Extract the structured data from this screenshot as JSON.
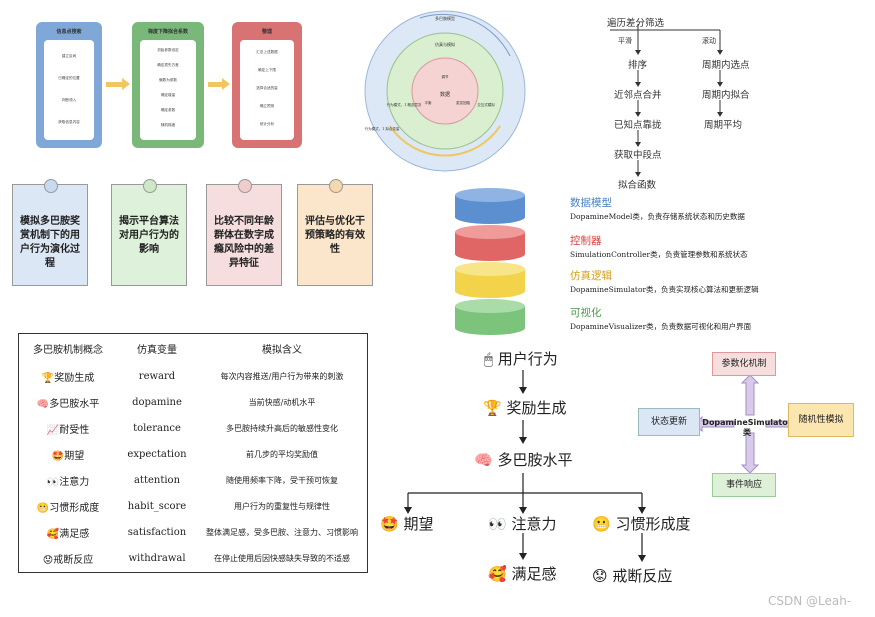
{
  "top_flow": {
    "panels": [
      {
        "title": "信息点搜索",
        "color": "#7fa7d8",
        "steps": [
          "建立区间",
          "已确定的位置",
          "判断领入",
          "获取信息内容"
        ]
      },
      {
        "title": "梯度下降拟合系数",
        "color": "#7ab87a",
        "steps": [
          "初始参数设定",
          "确定损失方差",
          "偏数为参数",
          "确定增量",
          "确定参数",
          "随机梯度"
        ]
      },
      {
        "title": "整理",
        "color": "#d97272",
        "steps": [
          "汇总上述数据",
          "确定上下限",
          "选择合适的量",
          "确立预测",
          "统计分析"
        ]
      }
    ]
  },
  "circle_diagram": {
    "outer_label": "多巴胺模型",
    "ring2_label": "仿真与模拟",
    "center_label": "数据",
    "inner_labels": [
      "调节",
      "平衡",
      "奖赏回路"
    ],
    "side_labels": [
      "行为模式，1 概念层次",
      "交互式模拟",
      "行为模式，1 拟合变量"
    ]
  },
  "right_flow": {
    "top": "遍历差分筛选",
    "left_branch_label": "平滑",
    "right_branch_label": "滚动",
    "left_steps": [
      "排序",
      "近邻点合并",
      "已知点靠拢",
      "获取中段点",
      "拟合函数"
    ],
    "right_steps": [
      "周期内选点",
      "周期内拟合",
      "周期平均"
    ]
  },
  "cards": [
    {
      "text": "模拟多巴胺奖赏机制下的用户行为演化过程",
      "fill": "#dbe7f5",
      "pin": "#c9d9ef"
    },
    {
      "text": "揭示平台算法对用户行为的影响",
      "fill": "#def1da",
      "pin": "#cde8c6"
    },
    {
      "text": "比较不同年龄群体在数字成瘾风险中的差异特征",
      "fill": "#f7dede",
      "pin": "#f0cccc"
    },
    {
      "text": "评估与优化干预策略的有效性",
      "fill": "#fbe6cc",
      "pin": "#f5d8b0"
    }
  ],
  "arch": [
    {
      "title": "数据模型",
      "desc": "DopamineModel类，负责存储系统状态和历史数据",
      "color": "#4a7fc1",
      "fill": "#5b8fd0"
    },
    {
      "title": "控制器",
      "desc": "SimulationController类，负责管理参数和系统状态",
      "color": "#d94040",
      "fill": "#e06666"
    },
    {
      "title": "仿真逻辑",
      "desc": "DopamineSimulator类，负责实现核心算法和更新逻辑",
      "color": "#d4a017",
      "fill": "#f3d34a"
    },
    {
      "title": "可视化",
      "desc": "DopamineVisualizer类，负责数据可视化和用户界面",
      "color": "#4c9a4c",
      "fill": "#7cc47c"
    }
  ],
  "table": {
    "headers": [
      "多巴胺机制概念",
      "仿真变量",
      "模拟含义"
    ],
    "rows": [
      {
        "icon": "🏆",
        "concept": "奖励生成",
        "var": "reward",
        "meaning": "每次内容推送/用户行为带来的刺激"
      },
      {
        "icon": "🧠",
        "concept": "多巴胺水平",
        "var": "dopamine",
        "meaning": "当前快感/动机水平"
      },
      {
        "icon": "📈",
        "concept": "耐受性",
        "var": "tolerance",
        "meaning": "多巴胺持续升高后的敏感性变化"
      },
      {
        "icon": "🤩",
        "concept": "期望",
        "var": "expectation",
        "meaning": "前几步的平均奖励值"
      },
      {
        "icon": "👀",
        "concept": "注意力",
        "var": "attention",
        "meaning": "随使用频率下降，受干预可恢复"
      },
      {
        "icon": "😬",
        "concept": "习惯形成度",
        "var": "habit_score",
        "meaning": "用户行为的重复性与规律性"
      },
      {
        "icon": "🥰",
        "concept": "满足感",
        "var": "satisfaction",
        "meaning": "整体满足感，受多巴胺、注意力、习惯影响"
      },
      {
        "icon": "😟",
        "concept": "戒断反应",
        "var": "withdrawal",
        "meaning": "在停止使用后因快感缺失导致的不适感"
      }
    ]
  },
  "flowchart": {
    "user": {
      "icon": "🖱",
      "label": "用户行为"
    },
    "reward": {
      "icon": "🏆",
      "label": "奖励生成"
    },
    "dopamine": {
      "icon": "🧠",
      "label": "多巴胺水平"
    },
    "expect": {
      "icon": "🤩",
      "label": "期望"
    },
    "attention": {
      "icon": "👀",
      "label": "注意力"
    },
    "habit": {
      "icon": "😬",
      "label": "习惯形成度"
    },
    "satisfaction": {
      "icon": "🥰",
      "label": "满足感"
    },
    "withdrawal": {
      "icon": "😟",
      "label": "戒断反应"
    }
  },
  "simulator": {
    "center": "DopamineSimulator类",
    "top": "参数化机制",
    "right": "随机性模拟",
    "bottom": "事件响应",
    "left": "状态更新"
  },
  "watermark": "CSDN @Leah-"
}
